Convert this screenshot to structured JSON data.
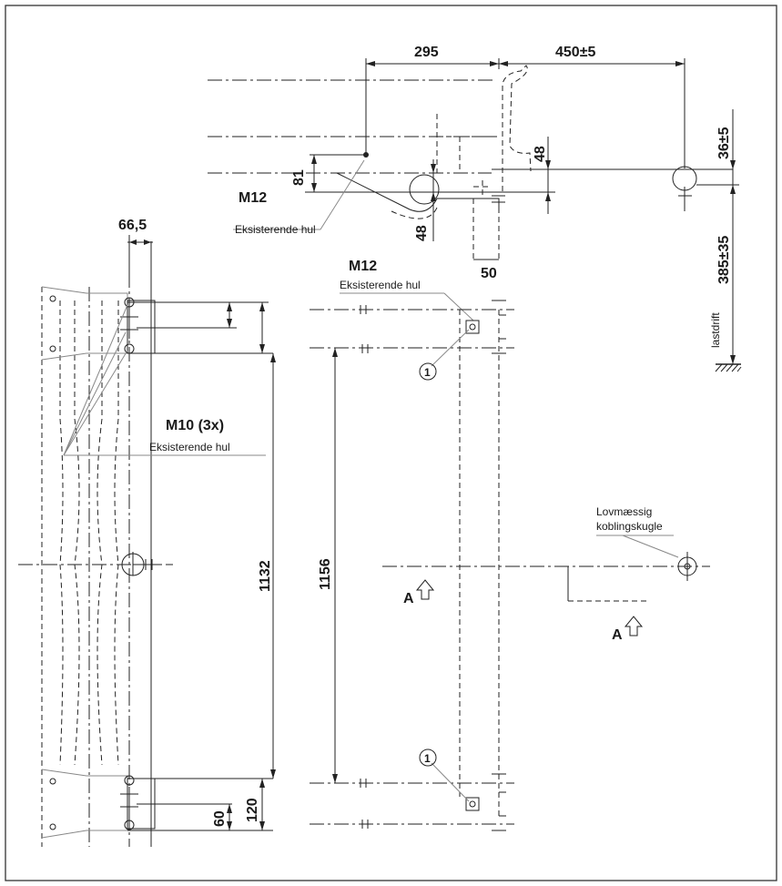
{
  "dimensions": {
    "d295": "295",
    "d450": "450±5",
    "d36": "36±5",
    "d385": "385±35",
    "d81": "81",
    "d48a": "48",
    "d48b": "48",
    "d50": "50",
    "d66": "66,5",
    "d1132": "1132",
    "d1156": "1156",
    "d120": "120",
    "d60": "60"
  },
  "labels": {
    "m12_top": "M12",
    "m12_mid": "M12",
    "m10": "M10 (3x)",
    "hole_top": "Eksisterende hul",
    "hole_mid": "Eksisterende hul",
    "hole_m10": "Eksisterende hul",
    "lastdrift": "lastdrift",
    "ball_line1": "Lovmæssig",
    "ball_line2": "koblingskugle",
    "callout_upper": "1",
    "callout_lower": "1",
    "section_a1": "A",
    "section_a2": "A"
  }
}
